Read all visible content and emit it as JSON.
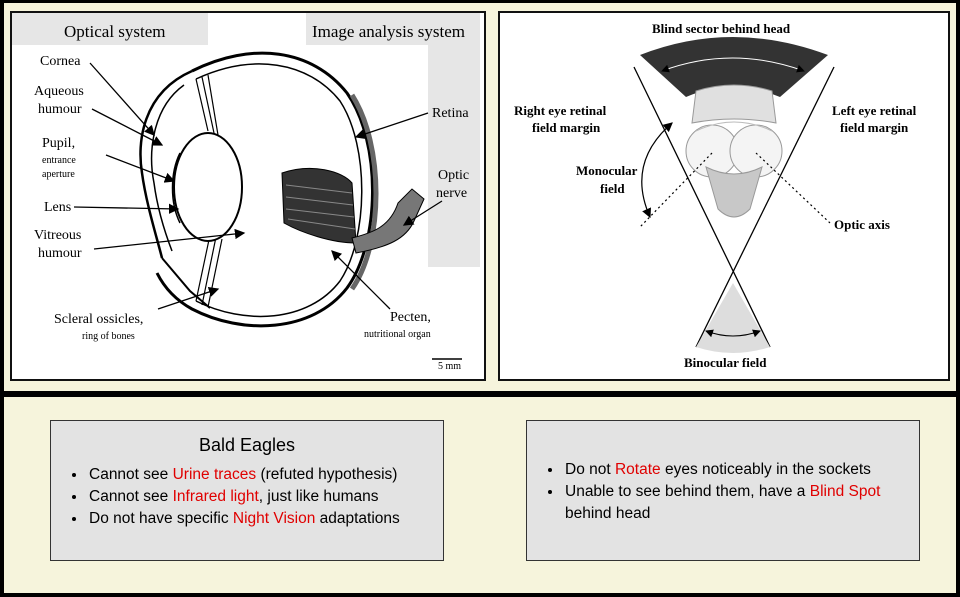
{
  "eye_diagram": {
    "header_left": "Optical system",
    "header_right": "Image analysis system",
    "labels": {
      "cornea": "Cornea",
      "aqueous_1": "Aqueous",
      "aqueous_2": "humour",
      "pupil_1": "Pupil,",
      "pupil_2": "entrance",
      "pupil_3": "aperture",
      "lens": "Lens",
      "vitreous_1": "Vitreous",
      "vitreous_2": "humour",
      "scleral_1": "Scleral ossicles,",
      "scleral_2": "ring of bones",
      "retina": "Retina",
      "optic_1": "Optic",
      "optic_2": "nerve",
      "pecten_1": "Pecten,",
      "pecten_2": "nutritional organ",
      "scale": "5 mm"
    }
  },
  "field_diagram": {
    "labels": {
      "blind_sector": "Blind sector behind head",
      "right_margin_1": "Right eye retinal",
      "right_margin_2": "field margin",
      "left_margin_1": "Left eye retinal",
      "left_margin_2": "field margin",
      "monocular_1": "Monocular",
      "monocular_2": "field",
      "optic_axis": "Optic axis",
      "binocular": "Binocular field"
    }
  },
  "facts_left": {
    "title": "Bald Eagles",
    "items": [
      {
        "pre": "Cannot see ",
        "hl": "Urine traces",
        "post": " (refuted hypothesis)"
      },
      {
        "pre": "Cannot see ",
        "hl": "Infrared light",
        "post": ", just like humans"
      },
      {
        "pre": "Do not have specific ",
        "hl": "Night Vision",
        "post": " adaptations"
      }
    ]
  },
  "facts_right": {
    "items": [
      {
        "pre": "Do not ",
        "hl": "Rotate",
        "post": " eyes noticeably in the sockets"
      },
      {
        "pre": "Unable to see behind them, have a ",
        "hl": "Blind Spot",
        "post": " behind head"
      }
    ]
  },
  "colors": {
    "highlight": "#e00000",
    "band": "#f6f4dc",
    "box": "#e3e3e3"
  }
}
